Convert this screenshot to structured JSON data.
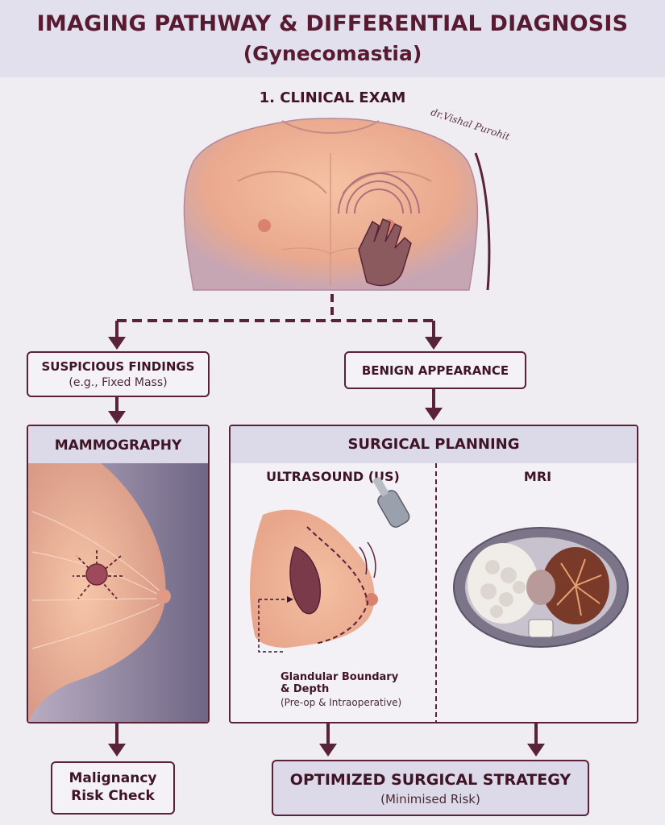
{
  "header": {
    "title": "IMAGING PATHWAY & DIFFERENTIAL DIAGNOSIS",
    "subtitle": "(Gynecomastia)"
  },
  "clinical_exam": {
    "label": "1. CLINICAL EXAM",
    "signature": "dr.Vishal Purohit"
  },
  "suspicious": {
    "title": "SUSPICIOUS FINDINGS",
    "subtitle": "(e.g., Fixed Mass)"
  },
  "benign": {
    "title": "BENIGN APPEARANCE"
  },
  "mammography": {
    "title": "MAMMOGRAPHY"
  },
  "surgical_planning": {
    "title": "SURGICAL PLANNING",
    "ultrasound_title": "ULTRASOUND (US)",
    "mri_title": "MRI",
    "annotation_line1": "Glandular Boundary",
    "annotation_line2": "& Depth",
    "annotation_sub": "(Pre-op & Intraoperative)"
  },
  "malignancy": {
    "line1": "Malignancy",
    "line2": "Risk Check"
  },
  "strategy": {
    "title": "OPTIMIZED SURGICAL STRATEGY",
    "subtitle": "(Minimised Risk)"
  },
  "colors": {
    "accent": "#5a2236",
    "band": "#dcd9e8",
    "skin": "#f2b59a",
    "background": "#efecf2"
  }
}
